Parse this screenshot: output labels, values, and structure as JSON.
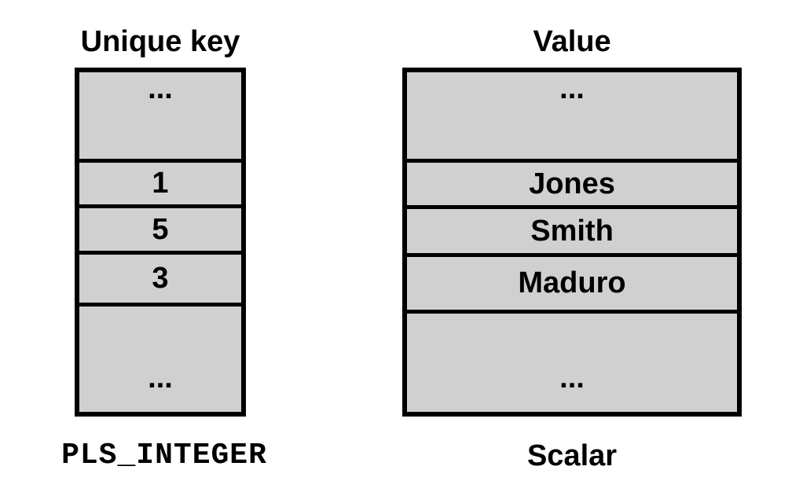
{
  "key_column": {
    "heading": "Unique key",
    "caption": "PLS_INTEGER",
    "cells": [
      "...",
      "1",
      "5",
      "3",
      "..."
    ]
  },
  "value_column": {
    "heading": "Value",
    "caption": "Scalar",
    "cells": [
      "...",
      "Jones",
      "Smith",
      "Maduro",
      "..."
    ]
  },
  "colors": {
    "cell_fill": "#d0d0d0",
    "border": "#000000",
    "background": "#ffffff",
    "text": "#000000"
  }
}
